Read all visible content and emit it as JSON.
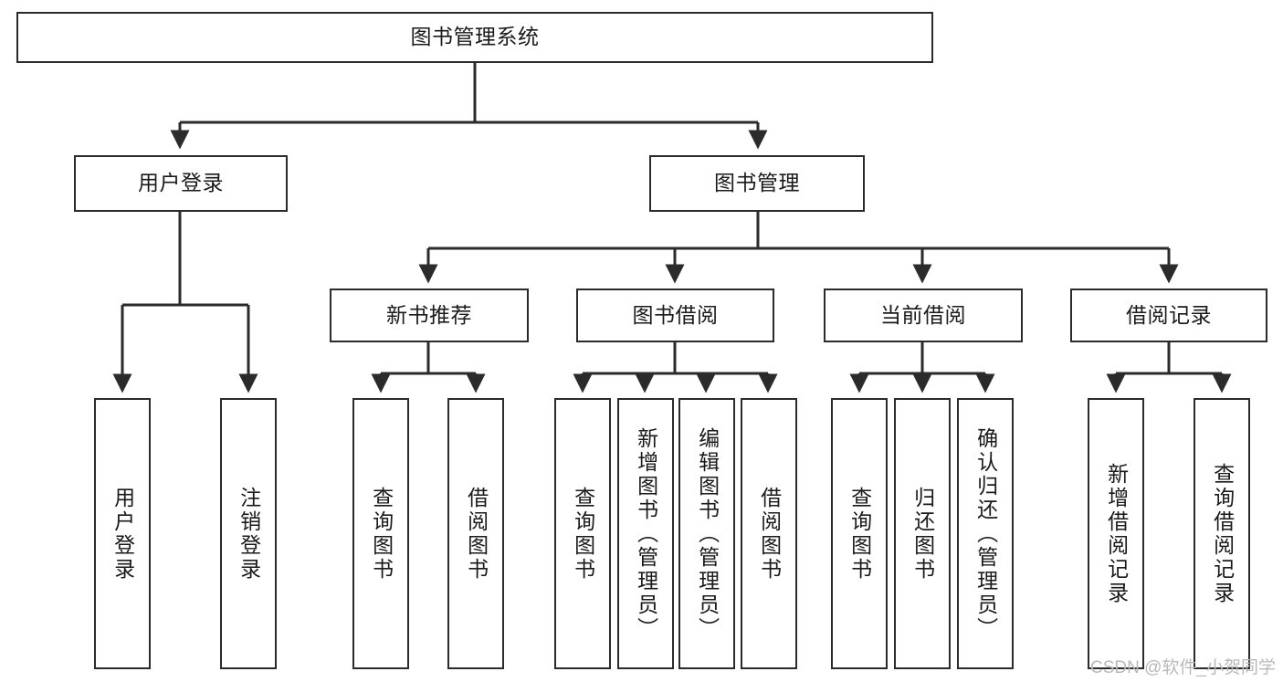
{
  "diagram": {
    "title": "图书管理系统",
    "type": "tree",
    "watermark": "CSDN @软件_小贺同学",
    "colors": {
      "box_border": "#2b2b2b",
      "box_fill": "#ffffff",
      "edge": "#2b2b2b",
      "text": "#1a1a1a",
      "watermark": "#b9b9b9"
    },
    "nodes": {
      "root": {
        "label": "图书管理系统"
      },
      "level2": [
        {
          "label": "用户登录"
        },
        {
          "label": "图书管理"
        }
      ],
      "level3": [
        {
          "label": "新书推荐"
        },
        {
          "label": "图书借阅"
        },
        {
          "label": "当前借阅"
        },
        {
          "label": "借阅记录"
        }
      ],
      "leaves": {
        "user_login": [
          {
            "label": "用户登录"
          },
          {
            "label": "注销登录"
          }
        ],
        "new_book_recommend": [
          {
            "label": "查询图书"
          },
          {
            "label": "借阅图书"
          }
        ],
        "book_borrow": [
          {
            "label": "查询图书"
          },
          {
            "label": "新增图书（管理员）"
          },
          {
            "label": "编辑图书（管理员）"
          },
          {
            "label": "借阅图书"
          }
        ],
        "current_borrow": [
          {
            "label": "查询图书"
          },
          {
            "label": "归还图书"
          },
          {
            "label": "确认归还（管理员）"
          }
        ],
        "borrow_record": [
          {
            "label": "新增借阅记录"
          },
          {
            "label": "查询借阅记录"
          }
        ]
      }
    }
  }
}
